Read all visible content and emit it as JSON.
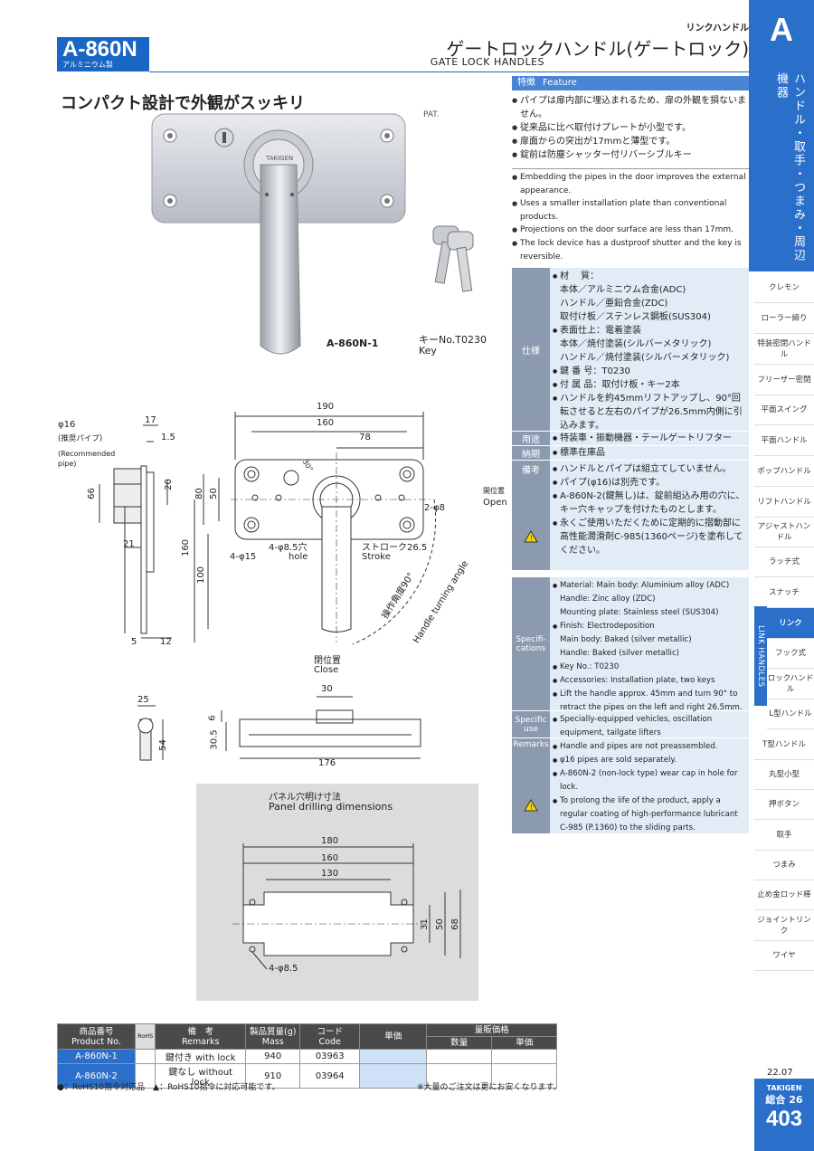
{
  "header": {
    "model": "A-860N",
    "material": "アルミニウム製",
    "category_small": "リンクハンドル",
    "title_ja": "ゲートロックハンドル(ゲートロック)",
    "title_en": "GATE LOCK HANDLES"
  },
  "catchphrase": "コンパクト設計で外観がスッキリ",
  "pat": "PAT.",
  "photo": {
    "product_label": "A-860N-1",
    "key_label_ja": "キーNo.T0230",
    "key_label_en": "Key",
    "engraving": "TAKIGEN"
  },
  "features": {
    "label_ja": "特徴",
    "label_en": "Feature",
    "ja": [
      "パイプは扉内部に埋込まれるため、扉の外観を損ないません。",
      "従来品に比べ取付けプレートが小型です。",
      "扉面からの突出が17mmと薄型です。",
      "錠前は防塵シャッター付リバーシブルキー"
    ],
    "en": [
      "Embedding the pipes in the door improves the external appearance.",
      "Uses a smaller installation plate than conventional products.",
      "Projections on the door surface are less than 17mm.",
      "The lock device has a dustproof shutter and the key is reversible."
    ]
  },
  "spec_ja": {
    "spec_label": "仕様",
    "spec_lines": [
      {
        "t": "材　 質：",
        "b": true
      },
      {
        "t": "本体／アルミニウム合金(ADC)",
        "b": false
      },
      {
        "t": "ハンドル／亜鉛合金(ZDC)",
        "b": false
      },
      {
        "t": "取付け板／ステンレス鋼板(SUS304)",
        "b": false
      },
      {
        "t": "表面仕上：電着塗装",
        "b": true
      },
      {
        "t": "本体／焼付塗装(シルバーメタリック)",
        "b": false
      },
      {
        "t": "ハンドル／焼付塗装(シルバーメタリック)",
        "b": false
      },
      {
        "t": "鍵 番 号：T0230",
        "b": true
      },
      {
        "t": "付 属 品：取付け板・キー2本",
        "b": true
      },
      {
        "t": "ハンドルを約45mmリフトアップし、90°回転させると左右のパイプが26.5mm内側に引込みます。",
        "b": true
      }
    ],
    "use_label": "用途",
    "use": "特装車・振動機器・テールゲートリフター",
    "delivery_label": "納期",
    "delivery": "標準在庫品",
    "remarks_label": "備考",
    "remarks": [
      "ハンドルとパイプは組立てしていません。",
      "パイプ(φ16)は別売です。",
      "A-860N-2(鍵無し)は、錠前組込み用の穴に、キー穴キャップを付けたものとします。",
      "永くご使用いただくために定期的に摺動部に高性能潤滑剤C-985(1360ページ)を塗布してください。"
    ]
  },
  "spec_en": {
    "spec_label": "Specifi-cations",
    "spec_lines": [
      {
        "t": "Material: Main body: Aluminium alloy (ADC)",
        "b": true
      },
      {
        "t": "Handle: Zinc alloy (ZDC)",
        "b": false
      },
      {
        "t": "Mounting plate: Stainless steel (SUS304)",
        "b": false
      },
      {
        "t": "Finish: Electrodeposition",
        "b": true
      },
      {
        "t": "Main body: Baked (silver metallic)",
        "b": false
      },
      {
        "t": "Handle: Baked (silver metallic)",
        "b": false
      },
      {
        "t": "Key No.: T0230",
        "b": true
      },
      {
        "t": "Accessories: Installation plate, two keys",
        "b": true
      },
      {
        "t": "Lift the handle approx. 45mm and turn 90° to retract the pipes on the left and right 26.5mm.",
        "b": true
      }
    ],
    "use_label": "Specific use",
    "use": "Specially-equipped vehicles, oscillation equipment, tailgate lifters",
    "remarks_label": "Remarks",
    "remarks": [
      "Handle and pipes are not preassembled.",
      "φ16 pipes are sold separately.",
      "A-860N-2 (non-lock type) wear cap in hole for lock.",
      "To prolong the life of the product, apply a regular coating of high-performance lubricant C-985 (P.1360) to the sliding parts."
    ]
  },
  "drawing": {
    "phi16": "φ16",
    "pipe_ja": "(推奨パイプ)",
    "pipe_en": "(Recommended pipe)",
    "dims": {
      "d190": "190",
      "d160": "160",
      "d78": "78",
      "d17": "17",
      "d1_5": "1.5",
      "d66": "66",
      "d20": "20",
      "d80": "80",
      "d50": "50",
      "d21": "21",
      "d160v": "160",
      "d100": "100",
      "d5": "5",
      "d12": "12",
      "d30deg": "30°",
      "d25": "25",
      "d54": "54",
      "d30": "30",
      "d6": "6",
      "d30_5": "30.5",
      "d176": "176"
    },
    "hole_8_5_ja": "4-φ8.5穴",
    "hole_en": "hole",
    "phi15": "4-φ15",
    "phi8": "2-φ8",
    "stroke_ja": "ストローク26.5",
    "stroke_en": "Stroke",
    "open_ja": "開位置",
    "open_en": "Open",
    "close_ja": "閉位置",
    "close_en": "Close",
    "angle_ja": "操作角度90°",
    "angle_en": "Handle turning angle"
  },
  "panel": {
    "title_ja": "パネル穴明け寸法",
    "title_en": "Panel drilling dimensions",
    "d180": "180",
    "d160": "160",
    "d130": "130",
    "d31": "31",
    "d50": "50",
    "d68": "68",
    "holes": "4-φ8.5"
  },
  "table": {
    "headers": {
      "product_ja": "商品番号",
      "product_en": "Product No.",
      "rohs": "RoHS",
      "remarks_ja": "備　考",
      "remarks_en": "Remarks",
      "mass_ja": "製品質量(g)",
      "mass_en": "Mass",
      "code_ja": "コード",
      "code_en": "Code",
      "unit_price": "単価",
      "volume_price": "量販価格",
      "qty": "数量",
      "unit_price2": "単価"
    },
    "rows": [
      {
        "pn": "A-860N-1",
        "remarks": "鍵付き with lock",
        "mass": "940",
        "code": "03963"
      },
      {
        "pn": "A-860N-2",
        "remarks": "鍵なし without lock",
        "mass": "910",
        "code": "03964"
      }
    ],
    "legend": "●：RoHS10指令対応品　▲：RoHS10指令に対応可能です。",
    "note": "※大量のご注文は更にお安くなります。"
  },
  "sidebar": {
    "letter": "A",
    "vertical": "ハンドル・取手・つまみ・周辺機器",
    "tab": "LINK HANDLES",
    "items": [
      "クレモン",
      "ローラー締り",
      "特装密閉ハンドル",
      "フリーザー密閉",
      "平面スイング",
      "平面ハンドル",
      "ポップハンドル",
      "リフトハンドル",
      "アジャストハンドル",
      "ラッチ式",
      "スナッチ",
      "リンク",
      "フック式",
      "ロックハンドル",
      "L型ハンドル",
      "T型ハンドル",
      "丸型小型",
      "押ボタン",
      "取手",
      "つまみ",
      "止め金ロッド棒",
      "ジョイントリンク",
      "ワイヤ"
    ],
    "date": "22.07",
    "brand": "TAKIGEN",
    "catalog": "総合 26",
    "page": "403"
  },
  "colors": {
    "accent": "#1a66c4",
    "spec_bg": "#e2ecf7",
    "spec_label": "#8c9ab0"
  }
}
